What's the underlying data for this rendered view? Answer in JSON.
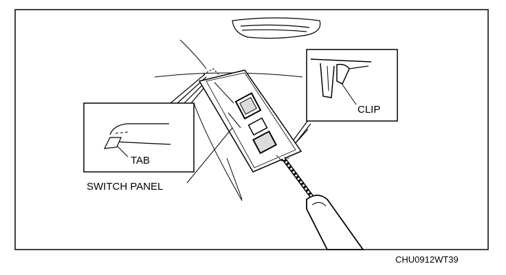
{
  "labels": {
    "tab": "TAB",
    "clip": "CLIP",
    "switch_panel": "SWITCH PANEL"
  },
  "figure_code": "CHU0912WT39",
  "colors": {
    "ink": "#000000",
    "paper": "#ffffff",
    "shade": "#dcdcdc"
  }
}
